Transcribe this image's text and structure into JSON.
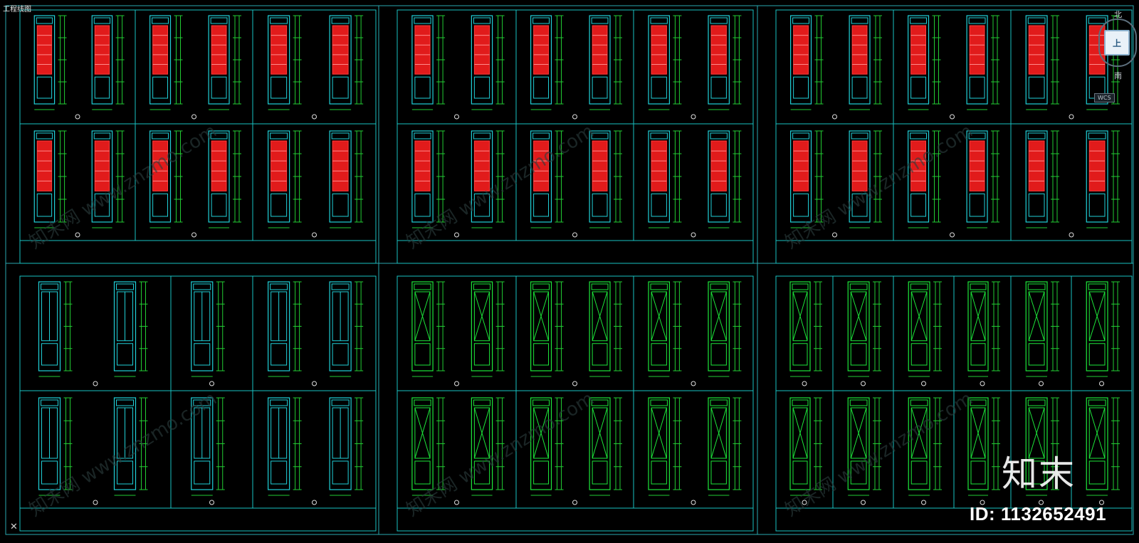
{
  "app": {
    "tab_label": "工程线图",
    "viewcube": {
      "north": "北",
      "south": "南",
      "face": "上",
      "wcs": "WCS"
    },
    "close_glyph": "✕"
  },
  "drawing": {
    "background_color": "#000000",
    "frame_color": "#19c2c2",
    "fill_red": "#e11b1b",
    "frame_cyan": "#20d0d8",
    "frame_green": "#1de63a",
    "dim_green": "#22cc33",
    "watermark_text": "知末网 www.znzmo.com"
  },
  "overlay": {
    "brand": "知末",
    "id_text": "ID: 1132652491"
  }
}
